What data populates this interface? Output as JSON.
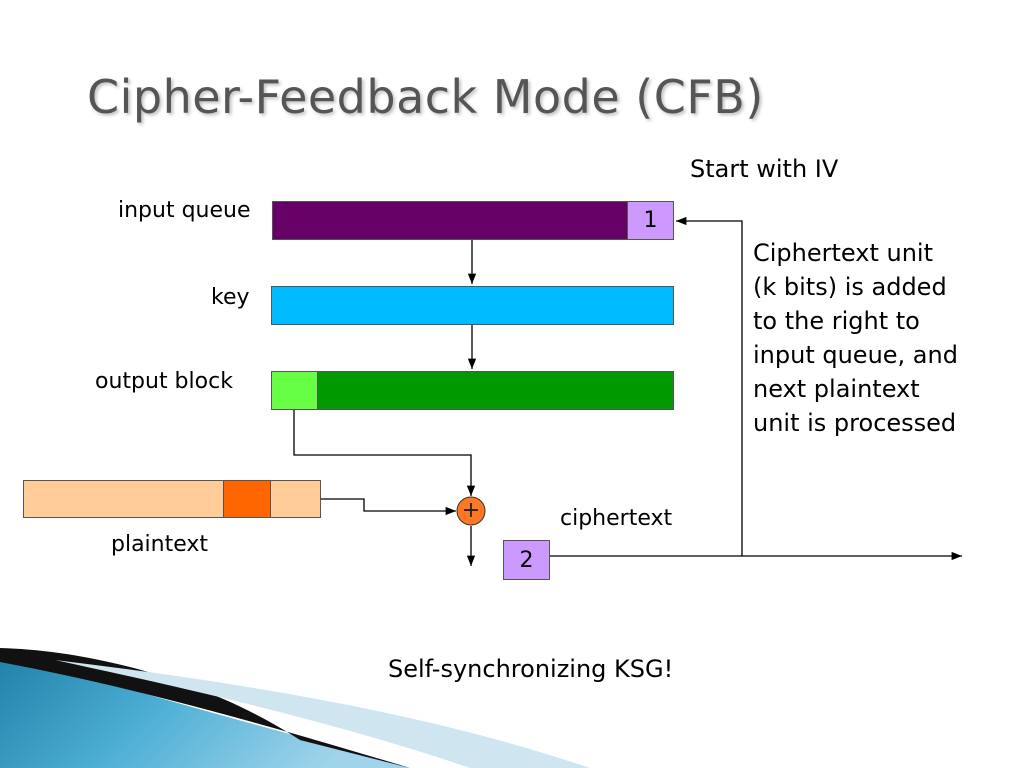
{
  "title": "Cipher-Feedback Mode (CFB)",
  "labels": {
    "start_with_iv": "Start with IV",
    "input_queue": "input queue",
    "key": "key",
    "output_block": "output block",
    "plaintext": "plaintext",
    "ciphertext": "ciphertext",
    "xor_symbol": "+",
    "unit_1": "1",
    "unit_2": "2",
    "bottom": "Self-synchronizing KSG!"
  },
  "note_lines": [
    "Ciphertext unit",
    "(k bits) is added",
    "to the right to",
    "input queue, and",
    "next plaintext",
    "unit is processed"
  ],
  "colors": {
    "input_queue": "#660066",
    "input_unit": "#cc99ff",
    "key": "#00bbff",
    "output_block": "#009900",
    "output_unit": "#66ff44",
    "plaintext": "#ffcc99",
    "plaintext_unit": "#ff6600",
    "xor": "#ff7722",
    "cipher_unit": "#cc99ff",
    "title": "#555555"
  }
}
